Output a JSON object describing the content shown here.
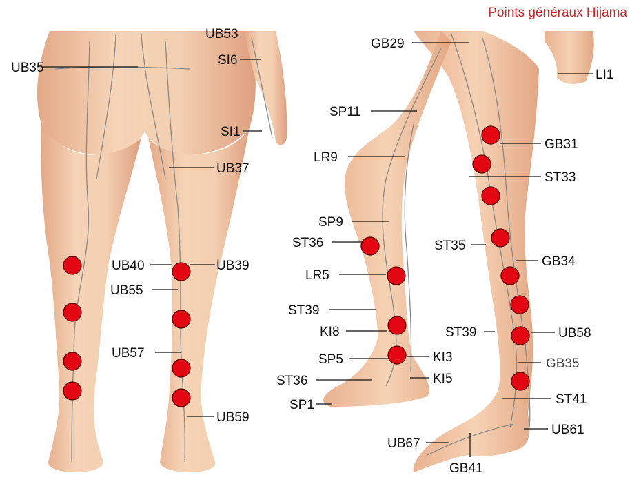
{
  "title": "Points généraux Hijama",
  "colors": {
    "cup": "#e30613",
    "cup_stroke": "#5a0000",
    "skin_light": "#f7d7bb",
    "skin_mid": "#eebf9c",
    "skin_dark": "#d99c78",
    "meridian": "#8a8a8a",
    "leader": "#111111"
  },
  "back_view": {
    "labels": {
      "ub53": "UB53",
      "ub35": "UB35",
      "si6": "SI6",
      "si1": "SI1",
      "ub37": "UB37",
      "ub40": "UB40",
      "ub39": "UB39",
      "ub55": "UB55",
      "ub57": "UB57",
      "ub59": "UB59"
    }
  },
  "side_view": {
    "labels": {
      "gb29": "GB29",
      "li1": "LI1",
      "sp11": "SP11",
      "gb31": "GB31",
      "lr9": "LR9",
      "st33": "ST33",
      "sp9": "SP9",
      "st36_upper": "ST36",
      "st35": "ST35",
      "gb34": "GB34",
      "lr5": "LR5",
      "st39_inner": "ST39",
      "ki8": "KI8",
      "st39_outer": "ST39",
      "ub58": "UB58",
      "sp5": "SP5",
      "ki3": "KI3",
      "gb35": "GB35",
      "st36_lower": "ST36",
      "ki5": "KI5",
      "sp1": "SP1",
      "st41": "ST41",
      "ub61": "UB61",
      "ub67": "UB67",
      "gb41": "GB41"
    }
  }
}
